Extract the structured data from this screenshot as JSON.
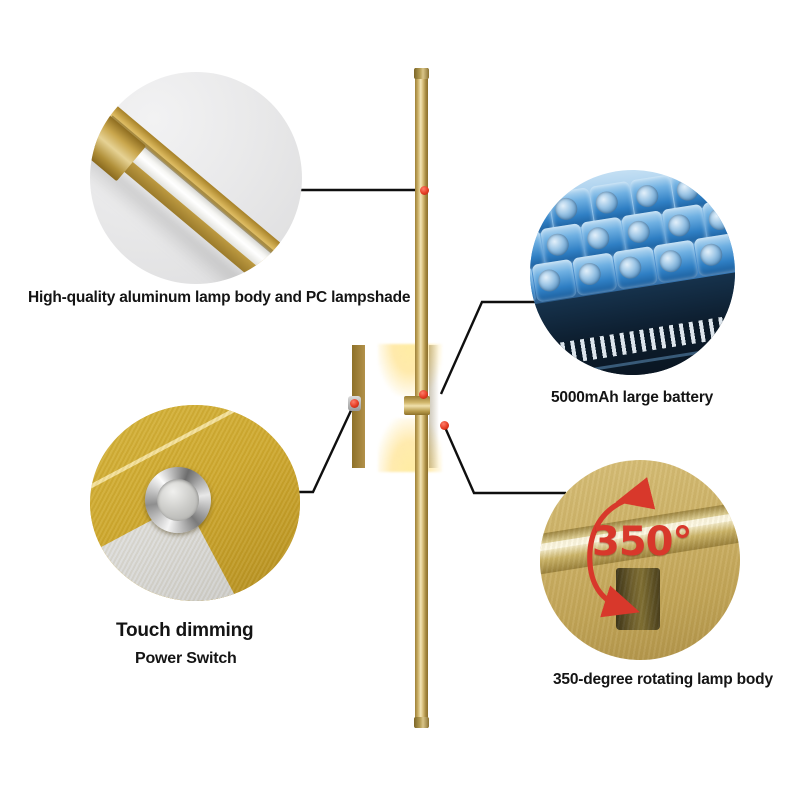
{
  "product": {
    "name": "LED wall lamp with rotating gold rod",
    "background_color": "#ffffff",
    "rod": {
      "color_gold_light": "#f2e4b6",
      "color_gold_dark": "#8a6f2e"
    },
    "plate": {
      "glow_color": "#ffecab"
    }
  },
  "callouts": [
    {
      "id": "lamp-body",
      "caption": "High-quality aluminum lamp body and PC lampshade",
      "bubble": "aluminum-tube-photo",
      "anchor": "rod-upper"
    },
    {
      "id": "battery",
      "caption": "5000mAh large battery",
      "bubble": "battery-cells-photo",
      "anchor": "rod-middle"
    },
    {
      "id": "touch-dimming",
      "caption_primary": "Touch dimming",
      "caption_secondary": "Power Switch",
      "bubble": "touch-switch-photo",
      "anchor": "plate-switch"
    },
    {
      "id": "rotation",
      "caption": "350-degree rotating lamp body",
      "bubble": "rotation-photo",
      "anchor": "plate-post",
      "badge": "350°",
      "badge_color": "#d8382b"
    }
  ],
  "rotation_badge": {
    "text": "350°"
  }
}
